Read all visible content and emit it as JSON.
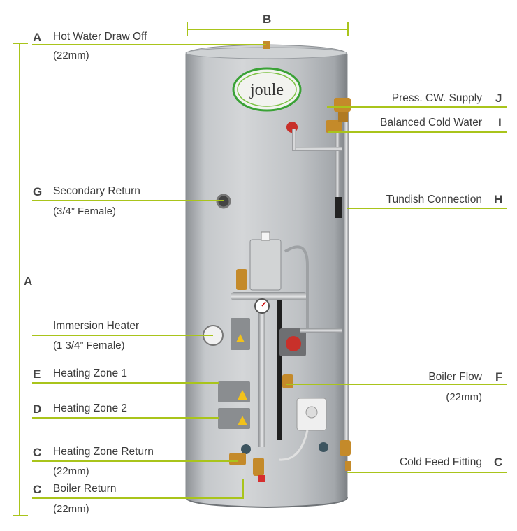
{
  "logo": {
    "text": "joule"
  },
  "dimension_labels": {
    "width": "B",
    "height": "A"
  },
  "callouts": {
    "hot_water": {
      "letter": "A",
      "label": "Hot Water Draw Off",
      "sub": "(22mm)"
    },
    "secondary_return": {
      "letter": "G",
      "label": "Secondary Return",
      "sub": "(3/4” Female)"
    },
    "immersion": {
      "letter": "",
      "label": "Immersion Heater",
      "sub": "(1 3/4” Female)"
    },
    "zone1": {
      "letter": "E",
      "label": "Heating Zone 1"
    },
    "zone2": {
      "letter": "D",
      "label": "Heating Zone 2"
    },
    "zone_return": {
      "letter": "C",
      "label": "Heating Zone Return",
      "sub": "(22mm)"
    },
    "boiler_return": {
      "letter": "C",
      "label": "Boiler Return",
      "sub": "(22mm)"
    },
    "press_cw": {
      "letter": "J",
      "label": "Press. CW. Supply"
    },
    "balanced_cold": {
      "letter": "I",
      "label": "Balanced Cold Water"
    },
    "tundish": {
      "letter": "H",
      "label": "Tundish Connection"
    },
    "boiler_flow": {
      "letter": "F",
      "label": "Boiler Flow",
      "sub": "(22mm)"
    },
    "cold_feed": {
      "letter": "C",
      "label": "Cold Feed Fitting"
    }
  },
  "colors": {
    "leader": "#a9c41b",
    "cylinder": "#b9bcbf",
    "brass": "#c48a2a",
    "logo_green": "#3aa236"
  }
}
